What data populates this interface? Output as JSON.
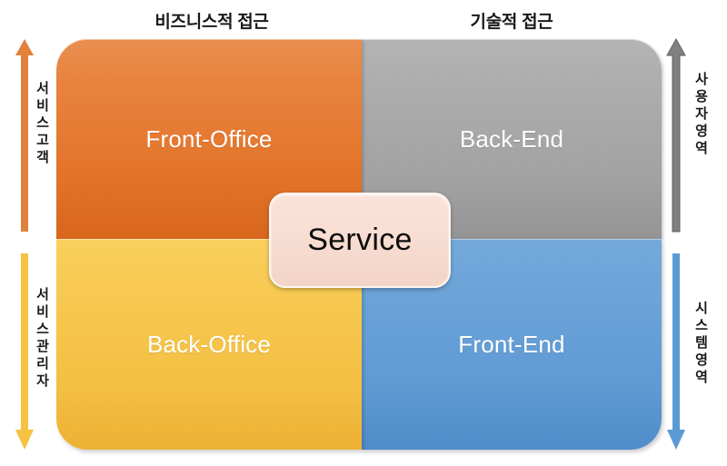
{
  "diagram": {
    "title_top_left": "비즈니스적 접근",
    "title_top_right": "기술적 접근",
    "center_label": "Service",
    "quadrants": [
      {
        "id": "front-office",
        "label": "Front-Office",
        "color": "#E4762C",
        "position": "top-left"
      },
      {
        "id": "back-end",
        "label": "Back-End",
        "color": "#A2A2A2",
        "position": "top-right"
      },
      {
        "id": "back-office",
        "label": "Back-Office",
        "color": "#F3BF42",
        "position": "bottom-left"
      },
      {
        "id": "front-end",
        "label": "Front-End",
        "color": "#5F9AD3",
        "position": "bottom-right"
      }
    ],
    "axes": {
      "left_top": {
        "label": "서비스\n고객",
        "vertical_label": "서\n비\n스\n고\n객",
        "direction": "up",
        "color": "#E0813C"
      },
      "left_bottom": {
        "label": "서비스\n관리자",
        "vertical_label": "서\n비\n스\n관\n리\n자",
        "direction": "down",
        "color": "#F5C242"
      },
      "right_top": {
        "label": "사용자\n영역",
        "vertical_label": "사\n용\n자\n영\n역",
        "direction": "up",
        "color": "#808080"
      },
      "right_bottom": {
        "label": "시스템\n영역",
        "vertical_label": "시\n스\n템\n영\n역",
        "direction": "down",
        "color": "#5B9BD5"
      }
    },
    "icons": {
      "arrow_up": "arrow-up-icon",
      "arrow_down": "arrow-down-icon"
    }
  }
}
